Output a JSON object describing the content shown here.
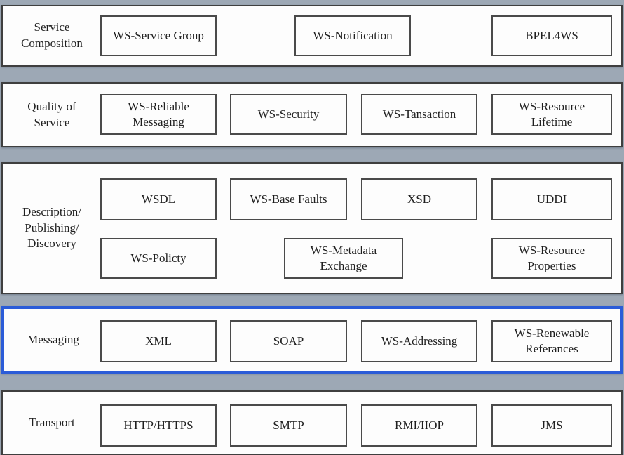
{
  "title": "Web services standards stack diagram",
  "colors": {
    "background": "#9da8b5",
    "panel_bg": "#fdfdfd",
    "panel_border": "#3f3f3f",
    "box_border": "#4a4a4a",
    "highlight_border": "#2b5cd8",
    "text": "#1f1f1f"
  },
  "layers": [
    {
      "name": "service-composition",
      "label_lines": [
        "Service",
        "Composition"
      ],
      "highlighted": false,
      "boxes": [
        {
          "label": "WS-Service Group"
        },
        {
          "label": "WS-Notification"
        },
        {
          "label": "BPEL4WS"
        }
      ]
    },
    {
      "name": "quality-of-service",
      "label_lines": [
        "Quality of",
        "Service"
      ],
      "highlighted": false,
      "boxes": [
        {
          "label": "WS-Reliable Messaging"
        },
        {
          "label": "WS-Security"
        },
        {
          "label": "WS-Tansaction"
        },
        {
          "label": "WS-Resource Lifetime"
        }
      ]
    },
    {
      "name": "description-publishing-discovery",
      "label_lines": [
        "Description/",
        "Publishing/",
        "Discovery"
      ],
      "highlighted": false,
      "boxes": [
        {
          "label": "WSDL"
        },
        {
          "label": "WS-Base Faults"
        },
        {
          "label": "XSD"
        },
        {
          "label": "UDDI"
        },
        {
          "label": "WS-Policty"
        },
        {
          "label": "WS-Metadata Exchange"
        },
        {
          "label": "WS-Resource Properties"
        }
      ]
    },
    {
      "name": "messaging",
      "label_lines": [
        "Messaging"
      ],
      "highlighted": true,
      "boxes": [
        {
          "label": "XML"
        },
        {
          "label": "SOAP"
        },
        {
          "label": "WS-Addressing"
        },
        {
          "label": "WS-Renewable Referances"
        }
      ]
    },
    {
      "name": "transport",
      "label_lines": [
        "Transport"
      ],
      "highlighted": false,
      "boxes": [
        {
          "label": "HTTP/HTTPS"
        },
        {
          "label": "SMTP"
        },
        {
          "label": "RMI/IIOP"
        },
        {
          "label": "JMS"
        }
      ]
    }
  ]
}
